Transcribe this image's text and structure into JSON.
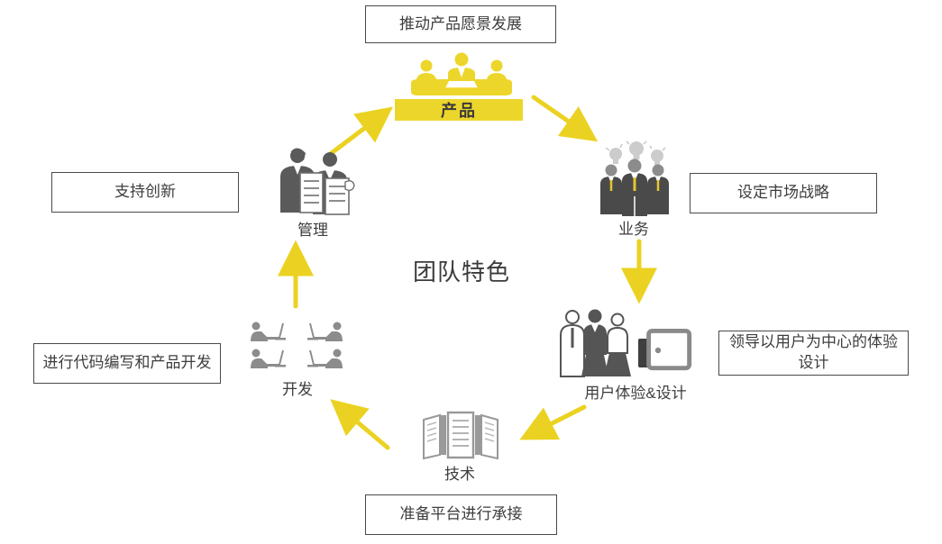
{
  "title": "团队特色",
  "colors": {
    "accent_yellow": "#EDD62B",
    "arrow_yellow": "#EBD222",
    "box_border": "#4a4a4a",
    "text_dark": "#3d3d3d",
    "icon_gray": "#8c8c8c",
    "icon_dark": "#4a4a4a",
    "bulb_gray": "#cccccc"
  },
  "nodes": [
    {
      "id": "product",
      "label": "产品",
      "icon": "meeting-table-icon"
    },
    {
      "id": "business",
      "label": "业务",
      "icon": "businessmen-lightbulbs-icon"
    },
    {
      "id": "ux",
      "label": "用户体验&设计",
      "icon": "people-devices-icon"
    },
    {
      "id": "tech",
      "label": "技术",
      "icon": "servers-icon"
    },
    {
      "id": "dev",
      "label": "开发",
      "icon": "developers-workstations-icon"
    },
    {
      "id": "management",
      "label": "管理",
      "icon": "managers-checklists-icon"
    }
  ],
  "callouts": [
    {
      "node": "product",
      "text": "推动产品愿景发展"
    },
    {
      "node": "management",
      "text": "支持创新"
    },
    {
      "node": "business",
      "text": "设定市场战略"
    },
    {
      "node": "ux",
      "text": "领导以用户为中心的体验设计"
    },
    {
      "node": "dev",
      "text": "进行代码编写和产品开发"
    },
    {
      "node": "tech",
      "text": "准备平台进行承接"
    }
  ],
  "arrows": [
    {
      "from": "management",
      "to": "product"
    },
    {
      "from": "product",
      "to": "business"
    },
    {
      "from": "business",
      "to": "ux"
    },
    {
      "from": "ux",
      "to": "tech"
    },
    {
      "from": "tech",
      "to": "dev"
    },
    {
      "from": "dev",
      "to": "management"
    }
  ]
}
